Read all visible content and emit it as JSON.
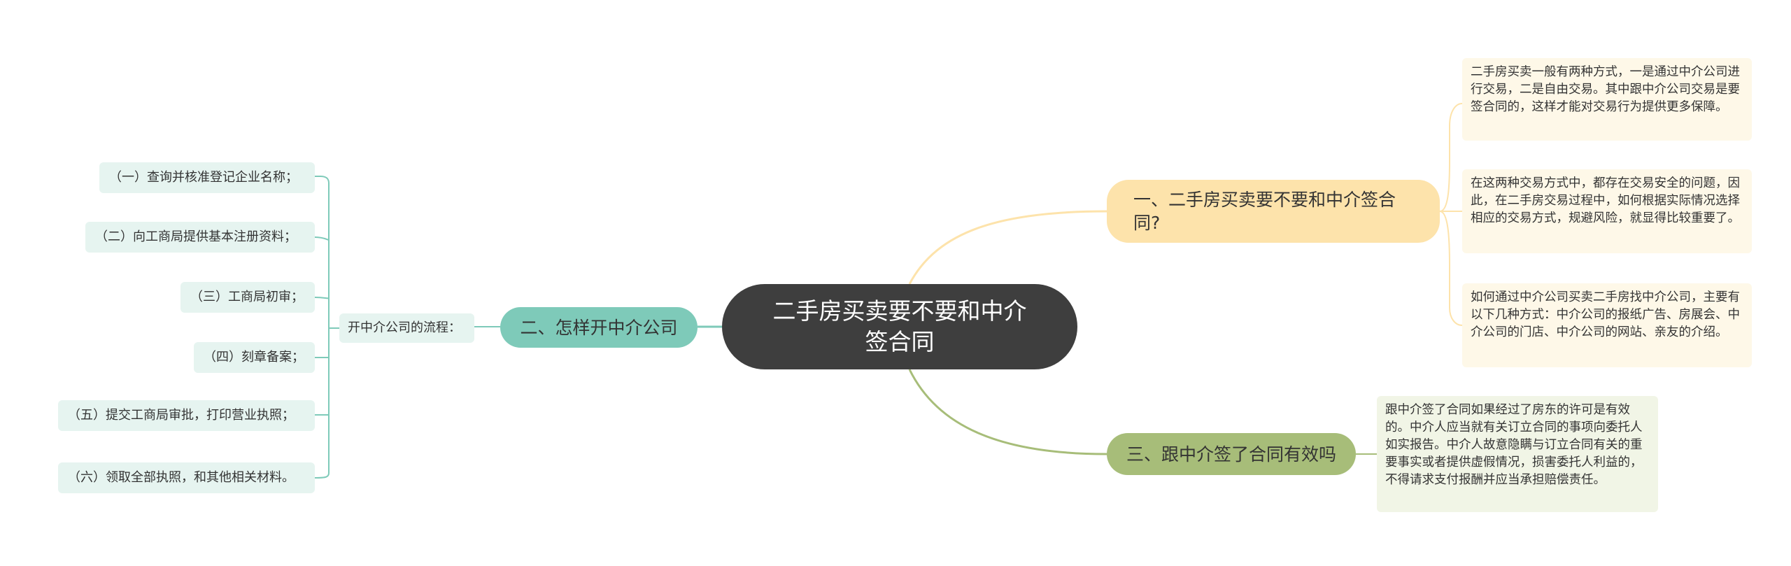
{
  "center": {
    "title": "二手房买卖要不要和中介签合同"
  },
  "branches": [
    {
      "label": "一、二手房买卖要不要和中介签合同?",
      "color": "#fde3ab",
      "notes": [
        "二手房买卖一般有两种方式，一是通过中介公司进行交易，二是自由交易。其中跟中介公司交易是要签合同的，这样才能对交易行为提供更多保障。",
        "在这两种交易方式中，都存在交易安全的问题，因此，在二手房交易过程中，如何根据实际情况选择相应的交易方式，规避风险，就显得比较重要了。",
        "如何通过中介公司买卖二手房找中介公司，主要有以下几种方式：中介公司的报纸广告、房展会、中介公司的门店、中介公司的网站、亲友的介绍。"
      ]
    },
    {
      "label": "二、怎样开中介公司",
      "color": "#7ecab9",
      "sub_label": "开中介公司的流程：",
      "steps": [
        "（一）查询并核准登记企业名称；",
        "（二）向工商局提供基本注册资料；",
        "（三）工商局初审；",
        "（四）刻章备案；",
        "（五）提交工商局审批，打印营业执照；",
        "（六）领取全部执照，和其他相关材料。"
      ]
    },
    {
      "label": "三、跟中介签了合同有效吗",
      "color": "#a7bd79",
      "note": "跟中介签了合同如果经过了房东的许可是有效的。中介人应当就有关订立合同的事项向委托人如实报告。中介人故意隐瞒与订立合同有关的重要事实或者提供虚假情况，损害委托人利益的，不得请求支付报酬并应当承担赔偿责任。"
    }
  ]
}
